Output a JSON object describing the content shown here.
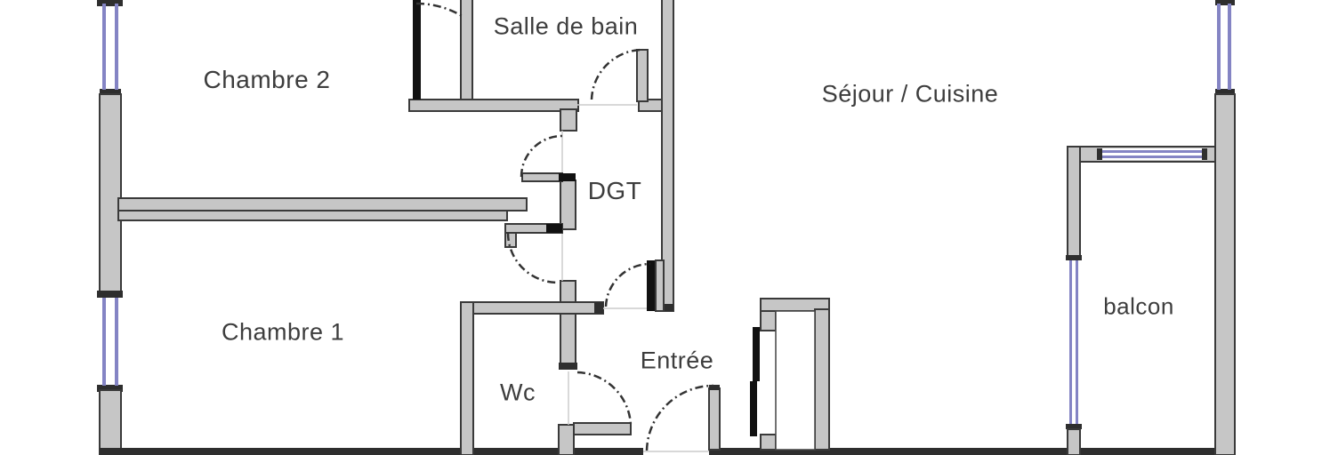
{
  "floorplan": {
    "type": "apartment-floor-plan",
    "rooms": [
      {
        "id": "chambre2",
        "label": "Chambre 2"
      },
      {
        "id": "salle_de_bain",
        "label": "Salle de bain"
      },
      {
        "id": "sejour_cuisine",
        "label": "Séjour / Cuisine"
      },
      {
        "id": "dgt",
        "label": "DGT"
      },
      {
        "id": "chambre1",
        "label": "Chambre 1"
      },
      {
        "id": "wc",
        "label": "Wc"
      },
      {
        "id": "entree",
        "label": "Entrée"
      },
      {
        "id": "balcon",
        "label": "balcon"
      }
    ],
    "colors": {
      "wall_fill": "#c6c6c6",
      "wall_edge": "#3a3a3a",
      "wall_dark": "#2e2e2e",
      "window": "#8484c4",
      "door_leaf": "#111111",
      "arc": "#333333",
      "threshold": "#cccccc",
      "label_text": "#3d3d3d",
      "background": "#ffffff"
    }
  }
}
